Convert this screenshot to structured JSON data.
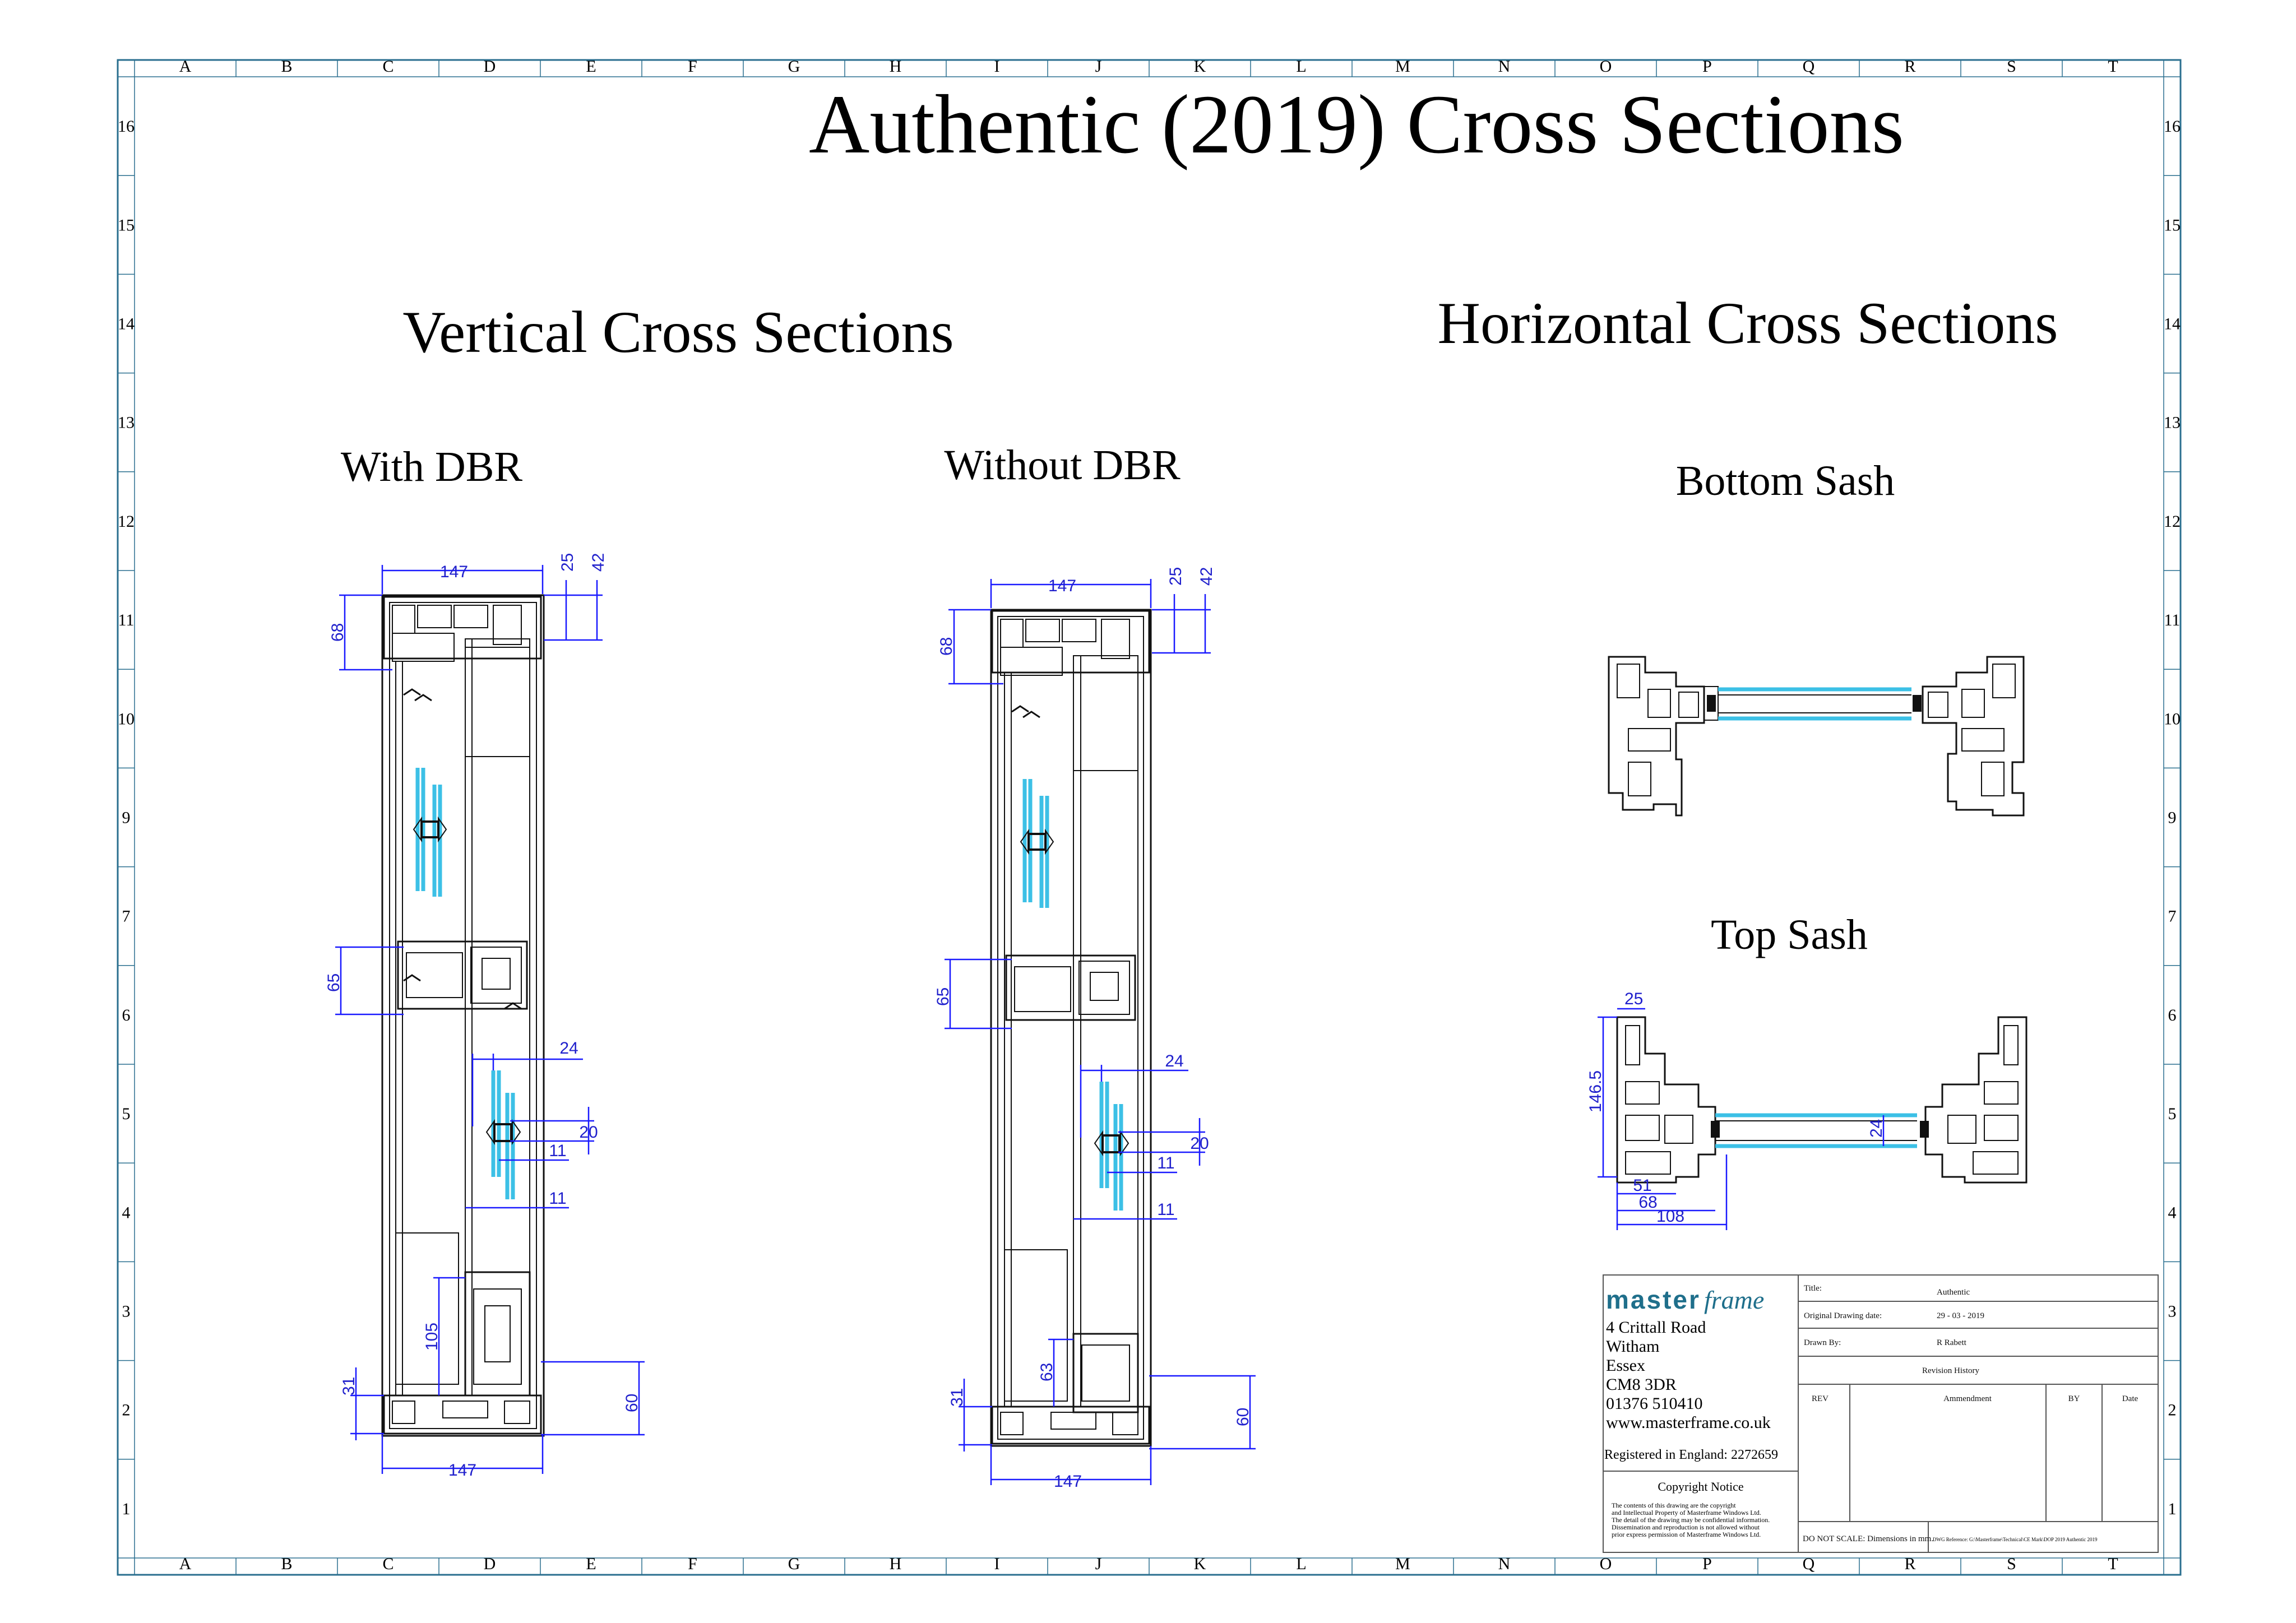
{
  "title": "Authentic (2019) Cross Sections",
  "sections": {
    "vertical_heading": "Vertical Cross Sections",
    "horizontal_heading": "Horizontal Cross Sections",
    "with_dbr": "With DBR",
    "without_dbr": "Without DBR",
    "bottom_sash": "Bottom Sash",
    "top_sash": "Top Sash"
  },
  "grid": {
    "columns": [
      "A",
      "B",
      "C",
      "D",
      "E",
      "F",
      "G",
      "H",
      "I",
      "J",
      "K",
      "L",
      "M",
      "N",
      "O",
      "P",
      "Q",
      "R",
      "S",
      "T"
    ],
    "rows": [
      "16",
      "15",
      "14",
      "13",
      "12",
      "11",
      "10",
      "9",
      "7",
      "6",
      "5",
      "4",
      "3",
      "2",
      "1"
    ]
  },
  "dimensions": {
    "with_dbr": {
      "top_width": "147",
      "d25": "25",
      "d42": "42",
      "d68": "68",
      "d65": "65",
      "d24": "24",
      "d20": "20",
      "d11a": "11",
      "d11b": "11",
      "d105": "105",
      "d31": "31",
      "d60": "60",
      "bottom_width": "147"
    },
    "without_dbr": {
      "top_width": "147",
      "d25": "25",
      "d42": "42",
      "d68": "68",
      "d65": "65",
      "d24": "24",
      "d20": "20",
      "d11a": "11",
      "d11b": "11",
      "d63": "63",
      "d31": "31",
      "d60": "60",
      "bottom_width": "147"
    },
    "top_sash": {
      "d25": "25",
      "d146": "146.5",
      "d24": "24",
      "d51": "51",
      "d68": "68",
      "d108": "108"
    }
  },
  "company": {
    "logo_master": "master",
    "logo_frame": "frame",
    "address": [
      "4 Crittall Road",
      "Witham",
      "Essex",
      "CM8 3DR",
      "01376 510410",
      "www.masterframe.co.uk"
    ],
    "registered": "Registered in England:  2272659",
    "copyright_heading": "Copyright Notice",
    "copyright_text": [
      "The contents of this drawing are the copyright",
      "and Intellectual Property of Masterframe Windows Ltd.",
      "The detail of the drawing may be confidential information.",
      "Dissemination and reproduction is not allowed without",
      "prior express permission of Masterframe Windows Ltd."
    ]
  },
  "title_block": {
    "title_label": "Title:",
    "title_value": "Authentic",
    "date_label": "Original Drawing date:",
    "date_value": "29 - 03 - 2019",
    "drawn_label": "Drawn By:",
    "drawn_value": "R Rabett",
    "revision_history": "Revision History",
    "col_rev": "REV",
    "col_amendment": "Ammendment",
    "col_by": "BY",
    "col_date": "Date",
    "do_not_scale": "DO NOT SCALE: Dimensions in mm.",
    "dwg_reference": "DWG Reference: G:\\Masterframe\\Technical\\CE Mark\\DOP 2019 Authentic 2019"
  },
  "colors": {
    "border": "#2a6f8f",
    "dimension": "#1a1aff",
    "glass": "#3cc0e6",
    "logo": "#1f6f8b"
  }
}
